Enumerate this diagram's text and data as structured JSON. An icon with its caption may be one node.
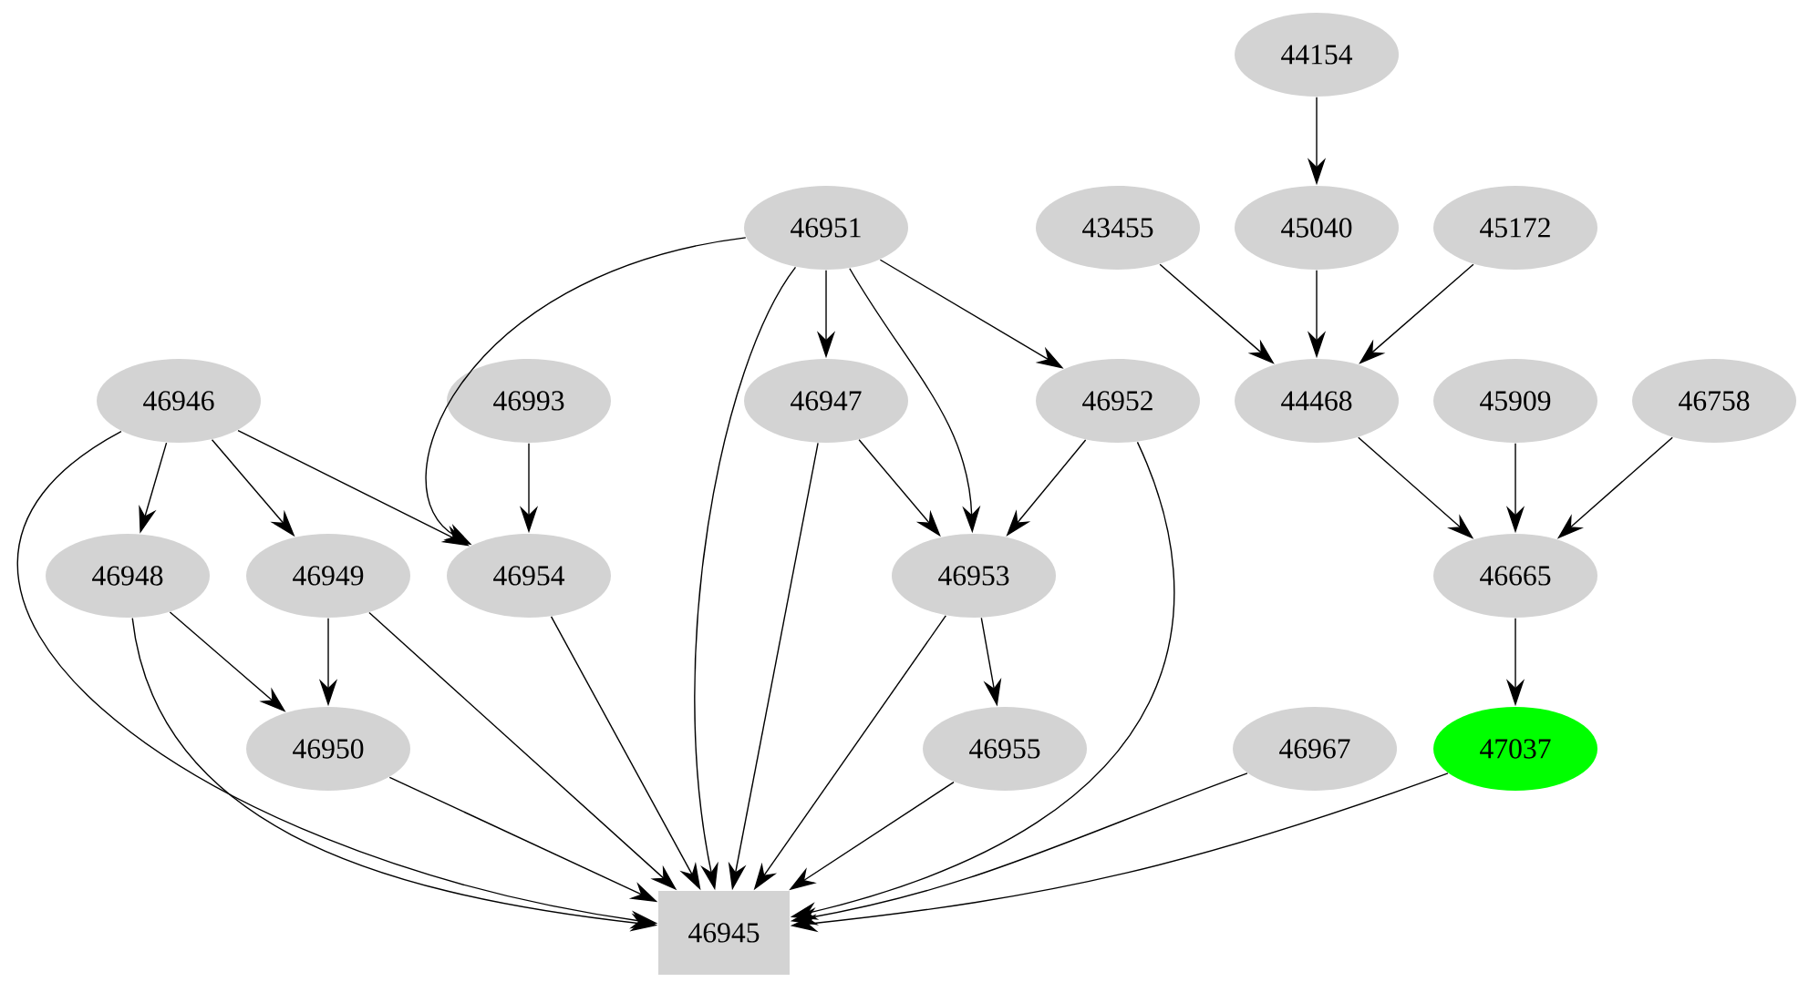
{
  "diagram": {
    "nodes": [
      {
        "text": [
          "44154"
        ]
      },
      {
        "text": [
          "46951"
        ]
      },
      {
        "text": [
          "43455"
        ]
      },
      {
        "text": [
          "45040"
        ]
      },
      {
        "text": [
          "45172"
        ]
      },
      {
        "text": [
          "46946"
        ]
      },
      {
        "text": [
          "46993"
        ]
      },
      {
        "text": [
          "46947"
        ]
      },
      {
        "text": [
          "46952"
        ]
      },
      {
        "text": [
          "44468"
        ]
      },
      {
        "text": [
          "45909"
        ]
      },
      {
        "text": [
          "46758"
        ]
      },
      {
        "text": [
          "46948"
        ]
      },
      {
        "text": [
          "46949"
        ]
      },
      {
        "text": [
          "46954"
        ]
      },
      {
        "text": [
          "46953"
        ]
      },
      {
        "text": [
          "46665"
        ]
      },
      {
        "text": [
          "46950"
        ]
      },
      {
        "text": [
          "46955"
        ]
      },
      {
        "text": [
          "46967"
        ]
      },
      {
        "text": [
          "47037"
        ]
      },
      {
        "text": [
          "46945"
        ]
      }
    ],
    "edges": [
      {
        "from": 0,
        "to": 3,
        "arrow": "to"
      },
      {
        "from": 1,
        "to": 14,
        "arrow": "to"
      },
      {
        "from": 1,
        "to": 21,
        "arrow": "to"
      },
      {
        "from": 1,
        "to": 7,
        "arrow": "to"
      },
      {
        "from": 1,
        "to": 15,
        "arrow": "to"
      },
      {
        "from": 1,
        "to": 8,
        "arrow": "to"
      },
      {
        "from": 2,
        "to": 9,
        "arrow": "to"
      },
      {
        "from": 3,
        "to": 9,
        "arrow": "to"
      },
      {
        "from": 4,
        "to": 9,
        "arrow": "to"
      },
      {
        "from": 5,
        "to": 12,
        "arrow": "to"
      },
      {
        "from": 5,
        "to": 13,
        "arrow": "to"
      },
      {
        "from": 5,
        "to": 14,
        "arrow": "to"
      },
      {
        "from": 5,
        "to": 21,
        "arrow": "to"
      },
      {
        "from": 6,
        "to": 14,
        "arrow": "to"
      },
      {
        "from": 7,
        "to": 15,
        "arrow": "to"
      },
      {
        "from": 7,
        "to": 21,
        "arrow": "to"
      },
      {
        "from": 8,
        "to": 15,
        "arrow": "to"
      },
      {
        "from": 8,
        "to": 21,
        "arrow": "to"
      },
      {
        "from": 9,
        "to": 16,
        "arrow": "to"
      },
      {
        "from": 10,
        "to": 16,
        "arrow": "to"
      },
      {
        "from": 11,
        "to": 16,
        "arrow": "to"
      },
      {
        "from": 12,
        "to": 17,
        "arrow": "to"
      },
      {
        "from": 12,
        "to": 21,
        "arrow": "to"
      },
      {
        "from": 13,
        "to": 17,
        "arrow": "to"
      },
      {
        "from": 13,
        "to": 21,
        "arrow": "to"
      },
      {
        "from": 14,
        "to": 21,
        "arrow": "to"
      },
      {
        "from": 15,
        "to": 18,
        "arrow": "to"
      },
      {
        "from": 15,
        "to": 21,
        "arrow": "to"
      },
      {
        "from": 16,
        "to": 20,
        "arrow": "to"
      },
      {
        "from": 17,
        "to": 21,
        "arrow": "to"
      },
      {
        "from": 18,
        "to": 21,
        "arrow": "to"
      },
      {
        "from": 19,
        "to": 21,
        "arrow": "to"
      },
      {
        "from": 20,
        "to": 21,
        "arrow": "to"
      }
    ]
  }
}
